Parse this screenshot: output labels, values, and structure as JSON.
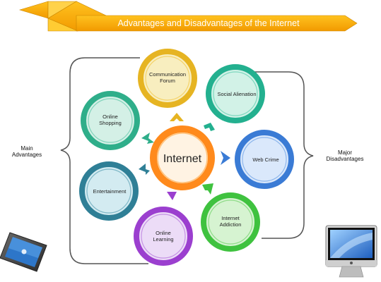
{
  "title": "Advantages and Disadvantages of the Internet",
  "center": "Internet",
  "left_label": [
    "Main",
    "Advantages"
  ],
  "right_label": [
    "Major",
    "Disadvantages"
  ],
  "nodes": [
    {
      "id": "communication-forum",
      "lines": [
        "Communication",
        "Forum"
      ],
      "ring": "#e6b422",
      "inner": "#f7e79f"
    },
    {
      "id": "social-alienation",
      "lines": [
        "Social Alienation"
      ],
      "ring": "#23b08f",
      "inner": "#b9ecdc"
    },
    {
      "id": "web-crime",
      "lines": [
        "Web Crime"
      ],
      "ring": "#3a7bd5",
      "inner": "#cfe1fb"
    },
    {
      "id": "internet-addiction",
      "lines": [
        "Internet",
        "Addiction"
      ],
      "ring": "#3fc23f",
      "inner": "#c9f0c3"
    },
    {
      "id": "online-learning",
      "lines": [
        "Online",
        "Learning"
      ],
      "ring": "#9b3fcf",
      "inner": "#e6cff5"
    },
    {
      "id": "entertainment",
      "lines": [
        "Entertainment"
      ],
      "ring": "#2f7f96",
      "inner": "#c3e3ec"
    },
    {
      "id": "online-shopping",
      "lines": [
        "Online",
        "Shopping"
      ],
      "ring": "#2fae8a",
      "inner": "#c4ecdf"
    }
  ],
  "colors": {
    "banner": "#f5a800",
    "center_ring": "#ff8a1c",
    "center_inner": "#fff2e0",
    "bracket": "#555555"
  }
}
